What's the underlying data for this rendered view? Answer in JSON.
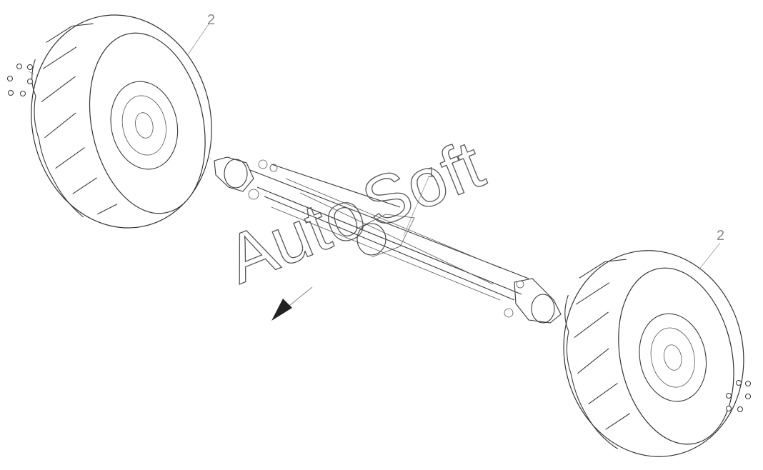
{
  "callouts": {
    "axle_label": "1",
    "left_wheel_label": "2",
    "right_wheel_label": "2"
  },
  "watermark": {
    "text_part1": "Auto",
    "text_part2": "Soft"
  }
}
